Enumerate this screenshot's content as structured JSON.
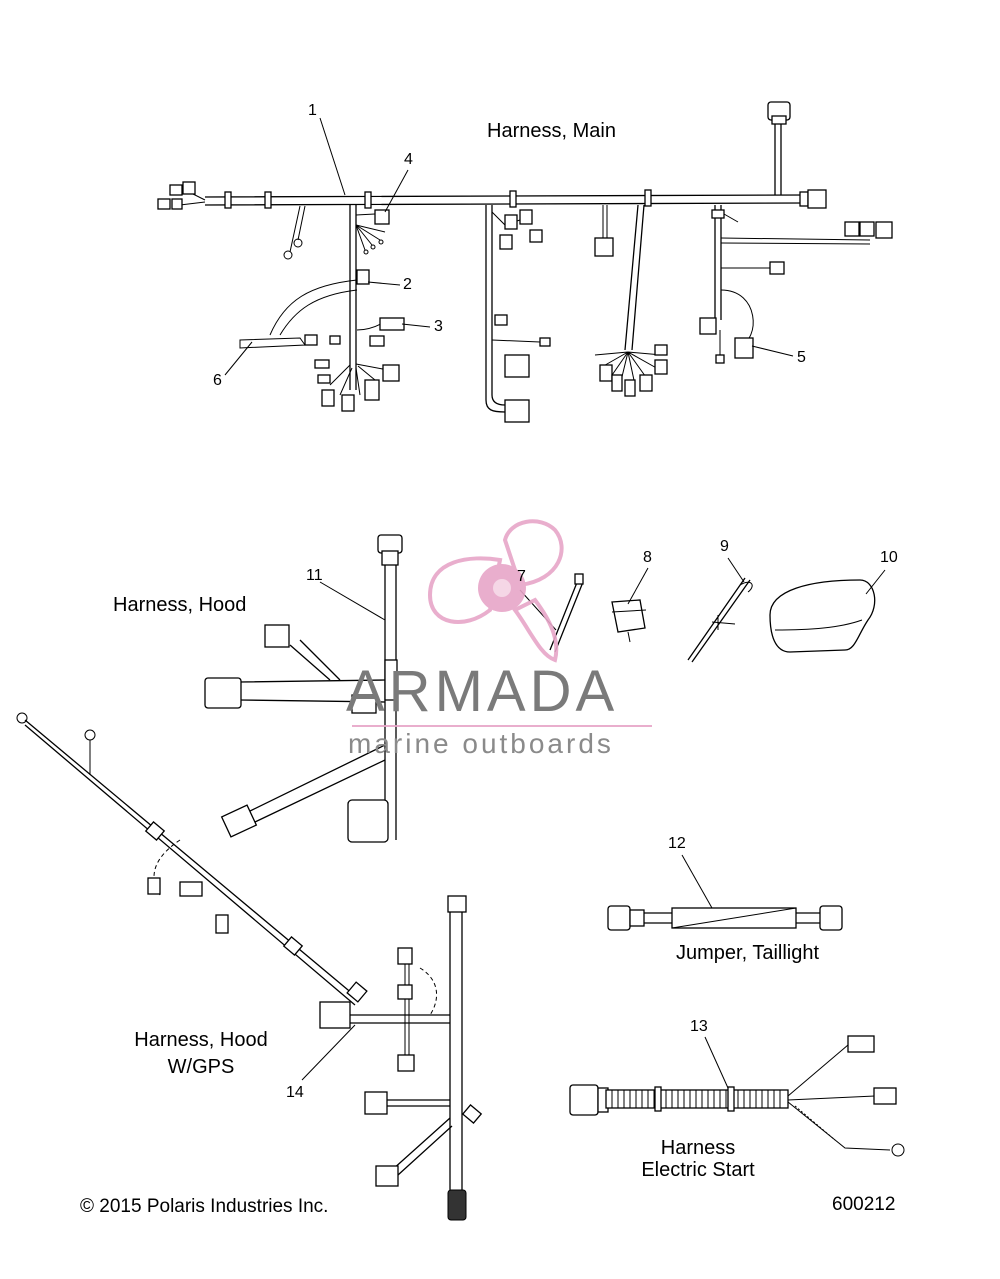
{
  "labels": {
    "harness_main": "Harness, Main",
    "harness_hood": "Harness, Hood",
    "harness_hood_gps_line1": "Harness, Hood",
    "harness_hood_gps_line2": "W/GPS",
    "jumper_taillight": "Jumper, Taillight",
    "harness_electric_start_line1": "Harness",
    "harness_electric_start_line2": "Electric Start"
  },
  "callouts": [
    "1",
    "2",
    "3",
    "4",
    "5",
    "6",
    "7",
    "8",
    "9",
    "10",
    "11",
    "12",
    "13",
    "14"
  ],
  "footer": {
    "copyright": "© 2015 Polaris Industries Inc.",
    "part_code": "600212"
  },
  "watermark": {
    "title": "ARMADA",
    "subtitle": "marine outboards",
    "accent_color": "#e7a6c8",
    "text_color": "#7a7a7a"
  }
}
